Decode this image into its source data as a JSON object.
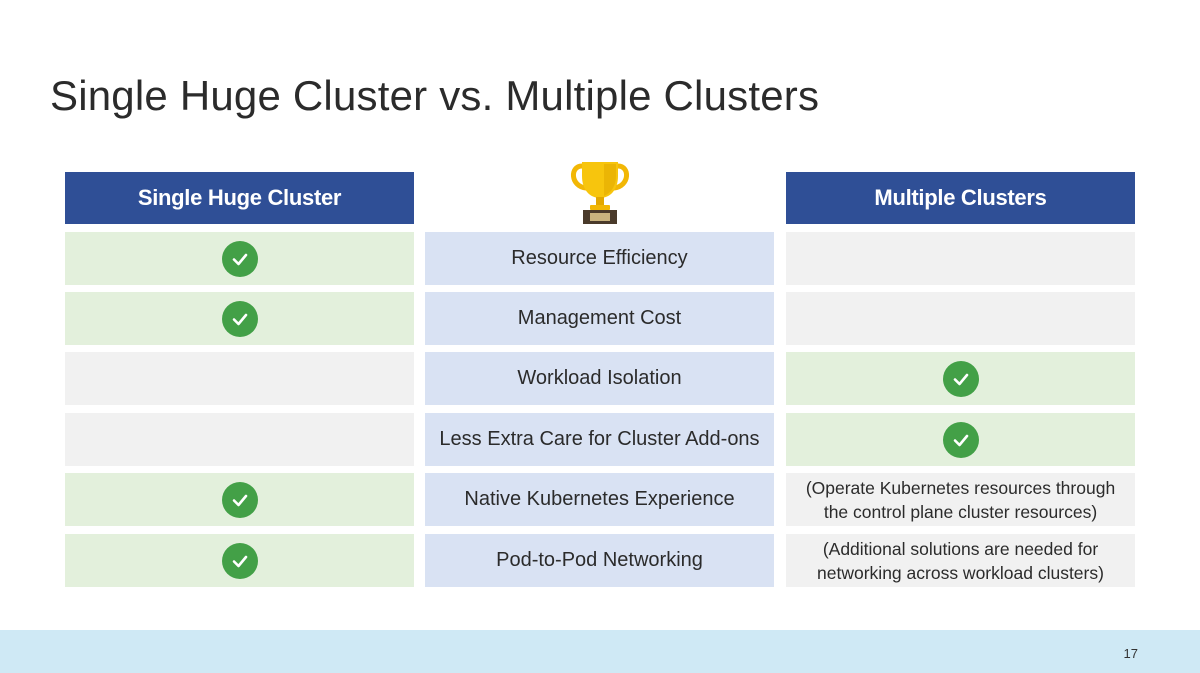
{
  "slide": {
    "title": "Single Huge Cluster vs. Multiple Clusters",
    "page_number": "17"
  },
  "columns": {
    "left_header": "Single Huge Cluster",
    "right_header": "Multiple Clusters",
    "middle_icon": "trophy-icon"
  },
  "rows": [
    {
      "feature": "Resource Efficiency",
      "single_cluster": "check",
      "multiple_clusters": ""
    },
    {
      "feature": "Management Cost",
      "single_cluster": "check",
      "multiple_clusters": ""
    },
    {
      "feature": "Workload Isolation",
      "single_cluster": "",
      "multiple_clusters": "check"
    },
    {
      "feature": "Less Extra Care for Cluster Add-ons",
      "single_cluster": "",
      "multiple_clusters": "check"
    },
    {
      "feature": "Native Kubernetes Experience",
      "single_cluster": "check",
      "multiple_clusters_note": [
        "(Operate Kubernetes resources through",
        "the control plane cluster resources)"
      ]
    },
    {
      "feature": "Pod-to-Pod Networking",
      "single_cluster": "check",
      "multiple_clusters_note": [
        "(Additional solutions are needed for",
        "networking across workload clusters)"
      ]
    }
  ],
  "colors": {
    "header_blue": "#2f4f96",
    "winner_green": "#e3f0dc",
    "neutral_grey": "#f1f1f1",
    "feature_blue": "#d9e2f3",
    "check_green": "#43a047",
    "footer_band": "#cfe9f5"
  }
}
